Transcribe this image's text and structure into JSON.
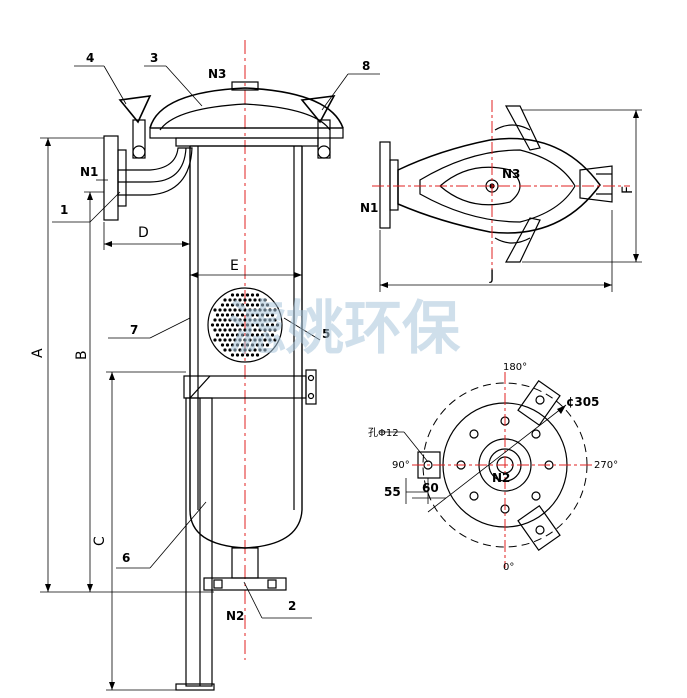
{
  "labels": {
    "n1_left": "N1",
    "n3_top": "N3",
    "n2_bottom": "N2",
    "item_1": "1",
    "item_2": "2",
    "item_3": "3",
    "item_4": "4",
    "item_5": "5",
    "item_6": "6",
    "item_7": "7",
    "item_8": "8",
    "dim_A": "A",
    "dim_B": "B",
    "dim_C": "C",
    "dim_D": "D",
    "dim_E": "E",
    "dim_F": "F",
    "dim_J": "J",
    "top_view_n3": "N3",
    "top_view_n1": "N1",
    "base_n2": "N2",
    "angle_180": "180°",
    "angle_0": "0°",
    "angle_90": "90°",
    "angle_270": "270°",
    "dia_305": "¢305",
    "hole_12": "孔Φ12",
    "dim_55": "55",
    "dim_60": "60"
  },
  "watermark": "滤姚环保",
  "colors": {
    "line": "#000000",
    "centerline": "#e02020",
    "dim_line": "#000000",
    "watermark": "#a9c6dc"
  }
}
